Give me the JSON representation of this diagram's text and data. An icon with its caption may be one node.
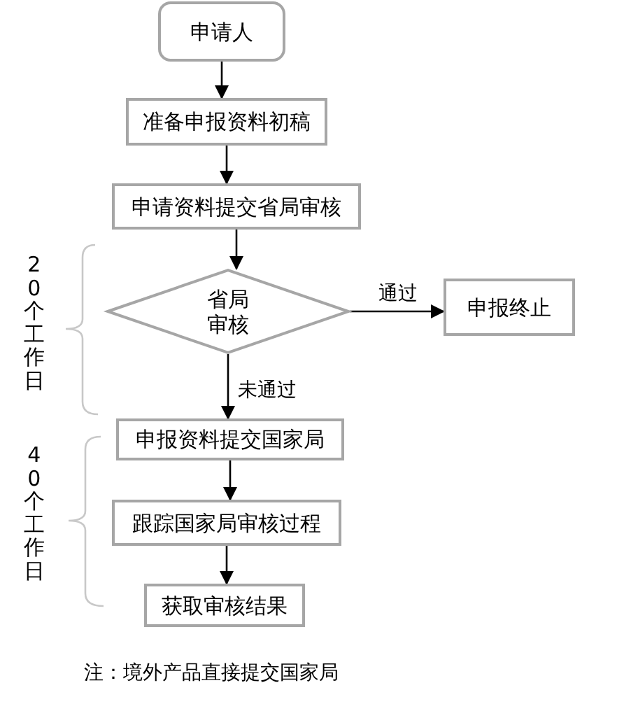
{
  "diagram": {
    "nodes": [
      {
        "text": [
          "申请人"
        ]
      },
      {
        "text": [
          "准备申报资料初稿"
        ]
      },
      {
        "text": [
          "申请资料提交省局审核"
        ]
      },
      {
        "text": [
          "省局审核"
        ]
      },
      {
        "text": [
          "申报终止"
        ]
      },
      {
        "text": [
          "申报资料提交国家局"
        ]
      },
      {
        "text": [
          "跟踪国家局审核过程"
        ]
      },
      {
        "text": [
          "获取审核结果"
        ]
      }
    ],
    "edges": [
      {
        "from": 0,
        "to": 1,
        "arrow": "to"
      },
      {
        "from": 1,
        "to": 2,
        "arrow": "to"
      },
      {
        "from": 2,
        "to": 3,
        "arrow": "to"
      },
      {
        "from": 3,
        "to": 4,
        "arrow": "to",
        "label": "通过"
      },
      {
        "from": 3,
        "to": 5,
        "arrow": "to",
        "label": "未通过"
      },
      {
        "from": 5,
        "to": 6,
        "arrow": "to"
      },
      {
        "from": 6,
        "to": 7,
        "arrow": "to"
      }
    ],
    "labels": [
      "20个工作日",
      "40个工作日",
      "注：境外产品直接提交国家局"
    ]
  }
}
